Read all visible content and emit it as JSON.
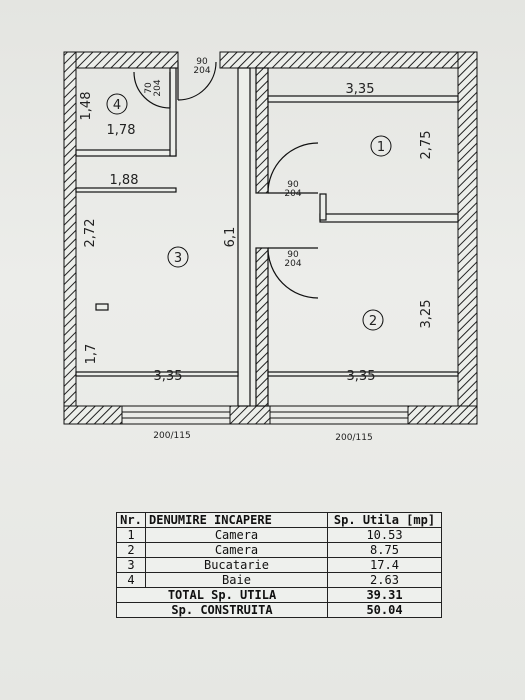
{
  "plan": {
    "rooms": [
      {
        "number": "1"
      },
      {
        "number": "2"
      },
      {
        "number": "3"
      },
      {
        "number": "4"
      }
    ],
    "dimensions": {
      "room1_width": "3,35",
      "room1_height": "2,75",
      "room2_width": "3,35",
      "room2_height": "3,25",
      "room3_width": "3,35",
      "room3_length": "6,1",
      "room3_partial": "2,72",
      "room3_lower": "1,7",
      "bath_height": "1,48",
      "bath_width": "1,78",
      "hall_width": "1,88"
    },
    "doors": {
      "entrance": "90\n204",
      "bath": "70\n204",
      "room1": "90\n204",
      "room2": "90\n204"
    },
    "windows": {
      "left": "200/115",
      "right": "200/115"
    }
  },
  "table": {
    "headers": {
      "nr": "Nr.",
      "name": "DENUMIRE INCAPERE",
      "area": "Sp. Utila  [mp]"
    },
    "rows": [
      {
        "nr": "1",
        "name": "Camera",
        "area": "10.53"
      },
      {
        "nr": "2",
        "name": "Camera",
        "area": "8.75"
      },
      {
        "nr": "3",
        "name": "Bucatarie",
        "area": "17.4"
      },
      {
        "nr": "4",
        "name": "Baie",
        "area": "2.63"
      }
    ],
    "total_useful_label": "TOTAL Sp. UTILA",
    "total_useful_value": "39.31",
    "built_label": "Sp. CONSTRUITA",
    "built_value": "50.04"
  }
}
